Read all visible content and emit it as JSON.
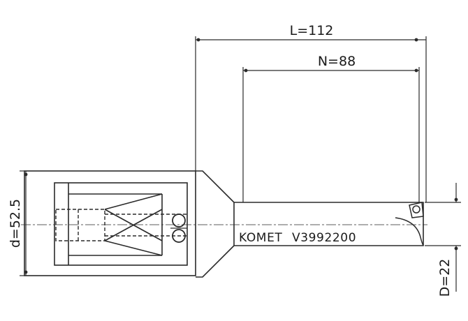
{
  "dimensions": {
    "overall_length": "L=112",
    "shank_length": "N=88",
    "shank_diameter": "d=52.5",
    "drill_diameter": "D=22"
  },
  "tool_marking": {
    "brand": "KOMET",
    "part_number": "V3992200"
  },
  "colors": {
    "outline": "#2a2a2a",
    "dimension": "#2a2a2a",
    "background": "#ffffff"
  }
}
